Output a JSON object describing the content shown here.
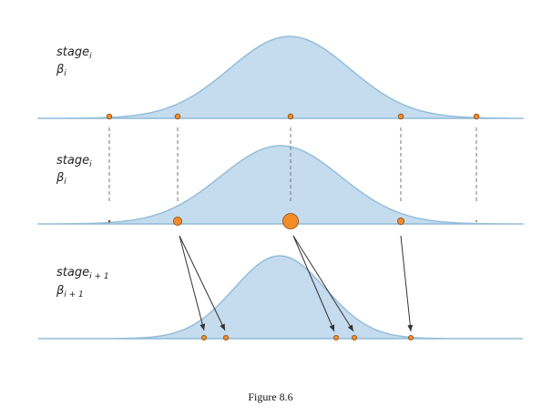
{
  "stages": [
    {
      "stage_base": "stage",
      "stage_sub": "i",
      "beta_base": "β",
      "beta_sub": "i"
    },
    {
      "stage_base": "stage",
      "stage_sub": "i",
      "beta_base": "β",
      "beta_sub": "i"
    },
    {
      "stage_base": "stage",
      "stage_sub": "i + 1",
      "beta_base": "β",
      "beta_sub": "i + 1"
    }
  ],
  "caption": "Figure 8.6",
  "colors": {
    "curve_fill": "#c5dbee",
    "curve_line": "#8fbcd8",
    "point_fill": "#f28c28",
    "point_stroke": "#8a4a10",
    "dashed": "#777777",
    "arrow": "#333333"
  }
}
